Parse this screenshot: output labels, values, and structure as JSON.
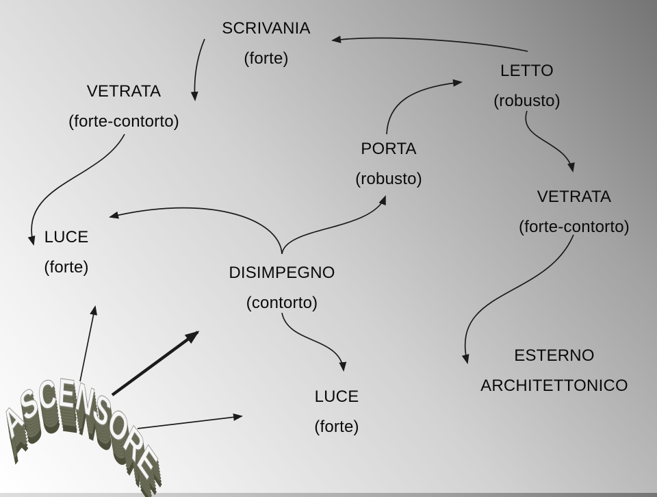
{
  "slide": {
    "kind": "concept-map",
    "background_gradient": {
      "bottom_left": "#ffffff",
      "top_right": "#747474"
    },
    "text_color": "#0a0a0a",
    "arrow_color": "#1b1b1b",
    "wordart_face_color": "#f6f6f4",
    "wordart_extrusion_color": "#6b6d58"
  },
  "nodes": {
    "scrivania": {
      "line1": "SCRIVANIA",
      "line2": "(forte)"
    },
    "letto": {
      "line1": "LETTO",
      "line2": "(robusto)"
    },
    "vetrata_left": {
      "line1": "VETRATA",
      "line2": "(forte-contorto)"
    },
    "porta": {
      "line1": "PORTA",
      "line2": "(robusto)"
    },
    "vetrata_right": {
      "line1": "VETRATA",
      "line2": "(forte-contorto)"
    },
    "luce_left": {
      "line1": "LUCE",
      "line2": "(forte)"
    },
    "disimpegno": {
      "line1": "DISIMPEGNO",
      "line2": "(contorto)"
    },
    "esterno": {
      "line1": "ESTERNO",
      "line2": "ARCHITETTONICO"
    },
    "luce_bottom": {
      "line1": "LUCE",
      "line2": "(forte)"
    }
  },
  "wordart": {
    "text": "ASCENSORE"
  },
  "edges": [
    {
      "id": "letto-scrivania",
      "from": "letto",
      "to": "scrivania",
      "weight": "thin"
    },
    {
      "id": "scrivania-vetrata_l",
      "from": "scrivania",
      "to": "vetrata_left",
      "weight": "thin"
    },
    {
      "id": "porta-letto",
      "from": "porta",
      "to": "letto",
      "weight": "thin"
    },
    {
      "id": "letto-vetrata_r",
      "from": "letto",
      "to": "vetrata_right",
      "weight": "thin"
    },
    {
      "id": "vetrata_r-esterno",
      "from": "vetrata_right",
      "to": "esterno",
      "weight": "thin"
    },
    {
      "id": "vetrata_l-luce_l",
      "from": "vetrata_left",
      "to": "luce_left",
      "weight": "thin"
    },
    {
      "id": "disimpegno-luce_l",
      "from": "disimpegno",
      "to": "luce_left",
      "weight": "thin"
    },
    {
      "id": "disimpegno-porta",
      "from": "disimpegno",
      "to": "porta",
      "weight": "thin"
    },
    {
      "id": "disimpegno-luce_b",
      "from": "disimpegno",
      "to": "luce_bottom",
      "weight": "thin"
    },
    {
      "id": "ascensore-luce_l",
      "from": "ascensore",
      "to": "luce_left",
      "weight": "thin"
    },
    {
      "id": "ascensore-disimpegno",
      "from": "ascensore",
      "to": "disimpegno",
      "weight": "thick"
    },
    {
      "id": "ascensore-luce_b",
      "from": "ascensore",
      "to": "luce_bottom",
      "weight": "thin"
    }
  ]
}
